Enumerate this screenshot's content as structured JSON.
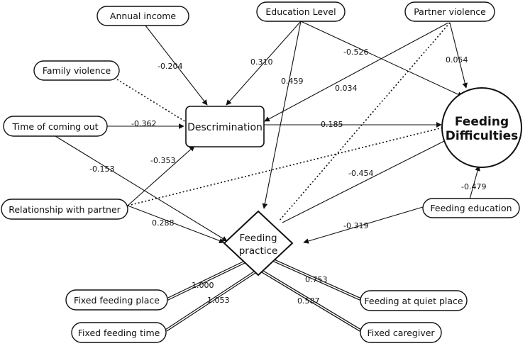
{
  "nodes": {
    "annual_income": "Annual income",
    "education_level": "Education Level",
    "partner_violence": "Partner violence",
    "family_violence": "Family violence",
    "time_coming_out": "Time of coming out",
    "relationship_partner": "Relationship with partner",
    "discrimination": "Descrimination",
    "feeding_difficulties_1": "Feeding",
    "feeding_difficulties_2": "Difficulties",
    "feeding_practice_1": "Feeding",
    "feeding_practice_2": "practice",
    "feeding_education": "Feeding education",
    "fixed_feeding_place": "Fixed feeding place",
    "fixed_feeding_time": "Fixed feeding time",
    "feeding_quiet_place": "Feeding at quiet place",
    "fixed_caregiver": "Fixed caregiver"
  },
  "edges": {
    "income_disc": "-0.204",
    "edu_disc": "0.310",
    "edu_practice": "0.459",
    "edu_diff": "-0.526",
    "partner_disc": "0.034",
    "partner_diff": "0.054",
    "time_disc": "-0.362",
    "time_practice": "-0.153",
    "rel_disc": "-0.353",
    "rel_practice": "0.288",
    "disc_diff": "0.185",
    "practice_diff": "-0.454",
    "fedu_diff": "-0.479",
    "fedu_practice": "-0.319",
    "ffp": "1.000",
    "fft": "1.053",
    "fqp": "0.753",
    "fc": "0.587"
  }
}
